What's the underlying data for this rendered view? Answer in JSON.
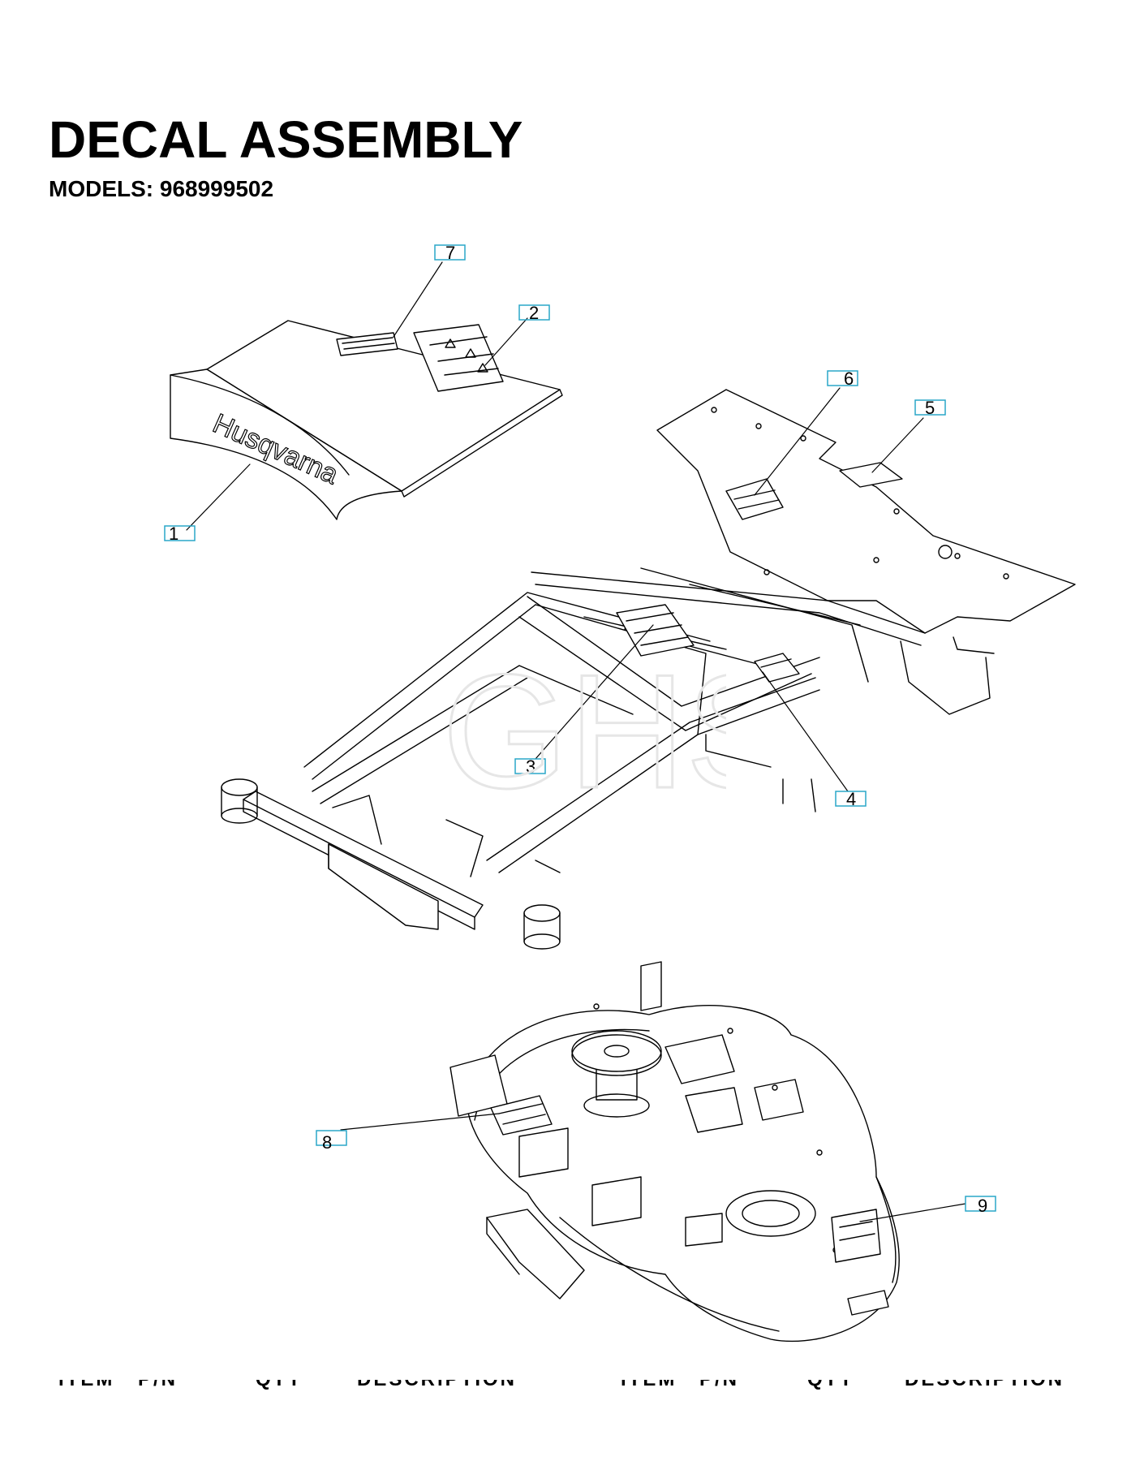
{
  "header": {
    "title": "DECAL ASSEMBLY",
    "subtitle": "MODELS: 968999502"
  },
  "hood": {
    "brand_text": "Husqvarna"
  },
  "callouts": [
    {
      "label": "1"
    },
    {
      "label": "2"
    },
    {
      "label": "3"
    },
    {
      "label": "4"
    },
    {
      "label": "5"
    },
    {
      "label": "6"
    },
    {
      "label": "7"
    },
    {
      "label": "8"
    },
    {
      "label": "9"
    }
  ],
  "footer": {
    "col1": "ITEM",
    "col2": "P/N",
    "col3": "QTY",
    "col4": "DESCRIPTION",
    "col5": "ITEM",
    "col6": "P/N",
    "col7": "QTY",
    "col8": "DESCRIPTION"
  },
  "watermark": {
    "text": "GHS"
  },
  "colors": {
    "callout_box": "#2aa7c9",
    "line": "#000000"
  }
}
